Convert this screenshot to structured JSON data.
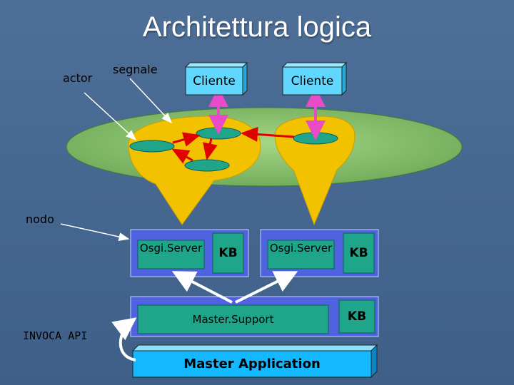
{
  "title": "Architettura logica",
  "labels": {
    "actor": "actor",
    "segnale": "segnale",
    "nodo": "nodo",
    "invoca_api": "INVOCA API"
  },
  "clients": [
    "Cliente",
    "Cliente"
  ],
  "servers": [
    {
      "name": "Osgi.Server",
      "kb": "KB"
    },
    {
      "name": "Osgi.Server",
      "kb": "KB"
    }
  ],
  "master_support": {
    "name": "Master.Support",
    "kb": "KB"
  },
  "master_application": "Master Application",
  "colors": {
    "background": "#4a6b94",
    "ellipse": "#8fc478",
    "cone": "#f2c200",
    "client_box": "#5fd7ff",
    "server_panel": "#4f62e0",
    "server_box": "#1fa58a",
    "master_app": "#14b8ff",
    "signal_arrow": "#e00000",
    "client_link": "#e94ac8"
  }
}
